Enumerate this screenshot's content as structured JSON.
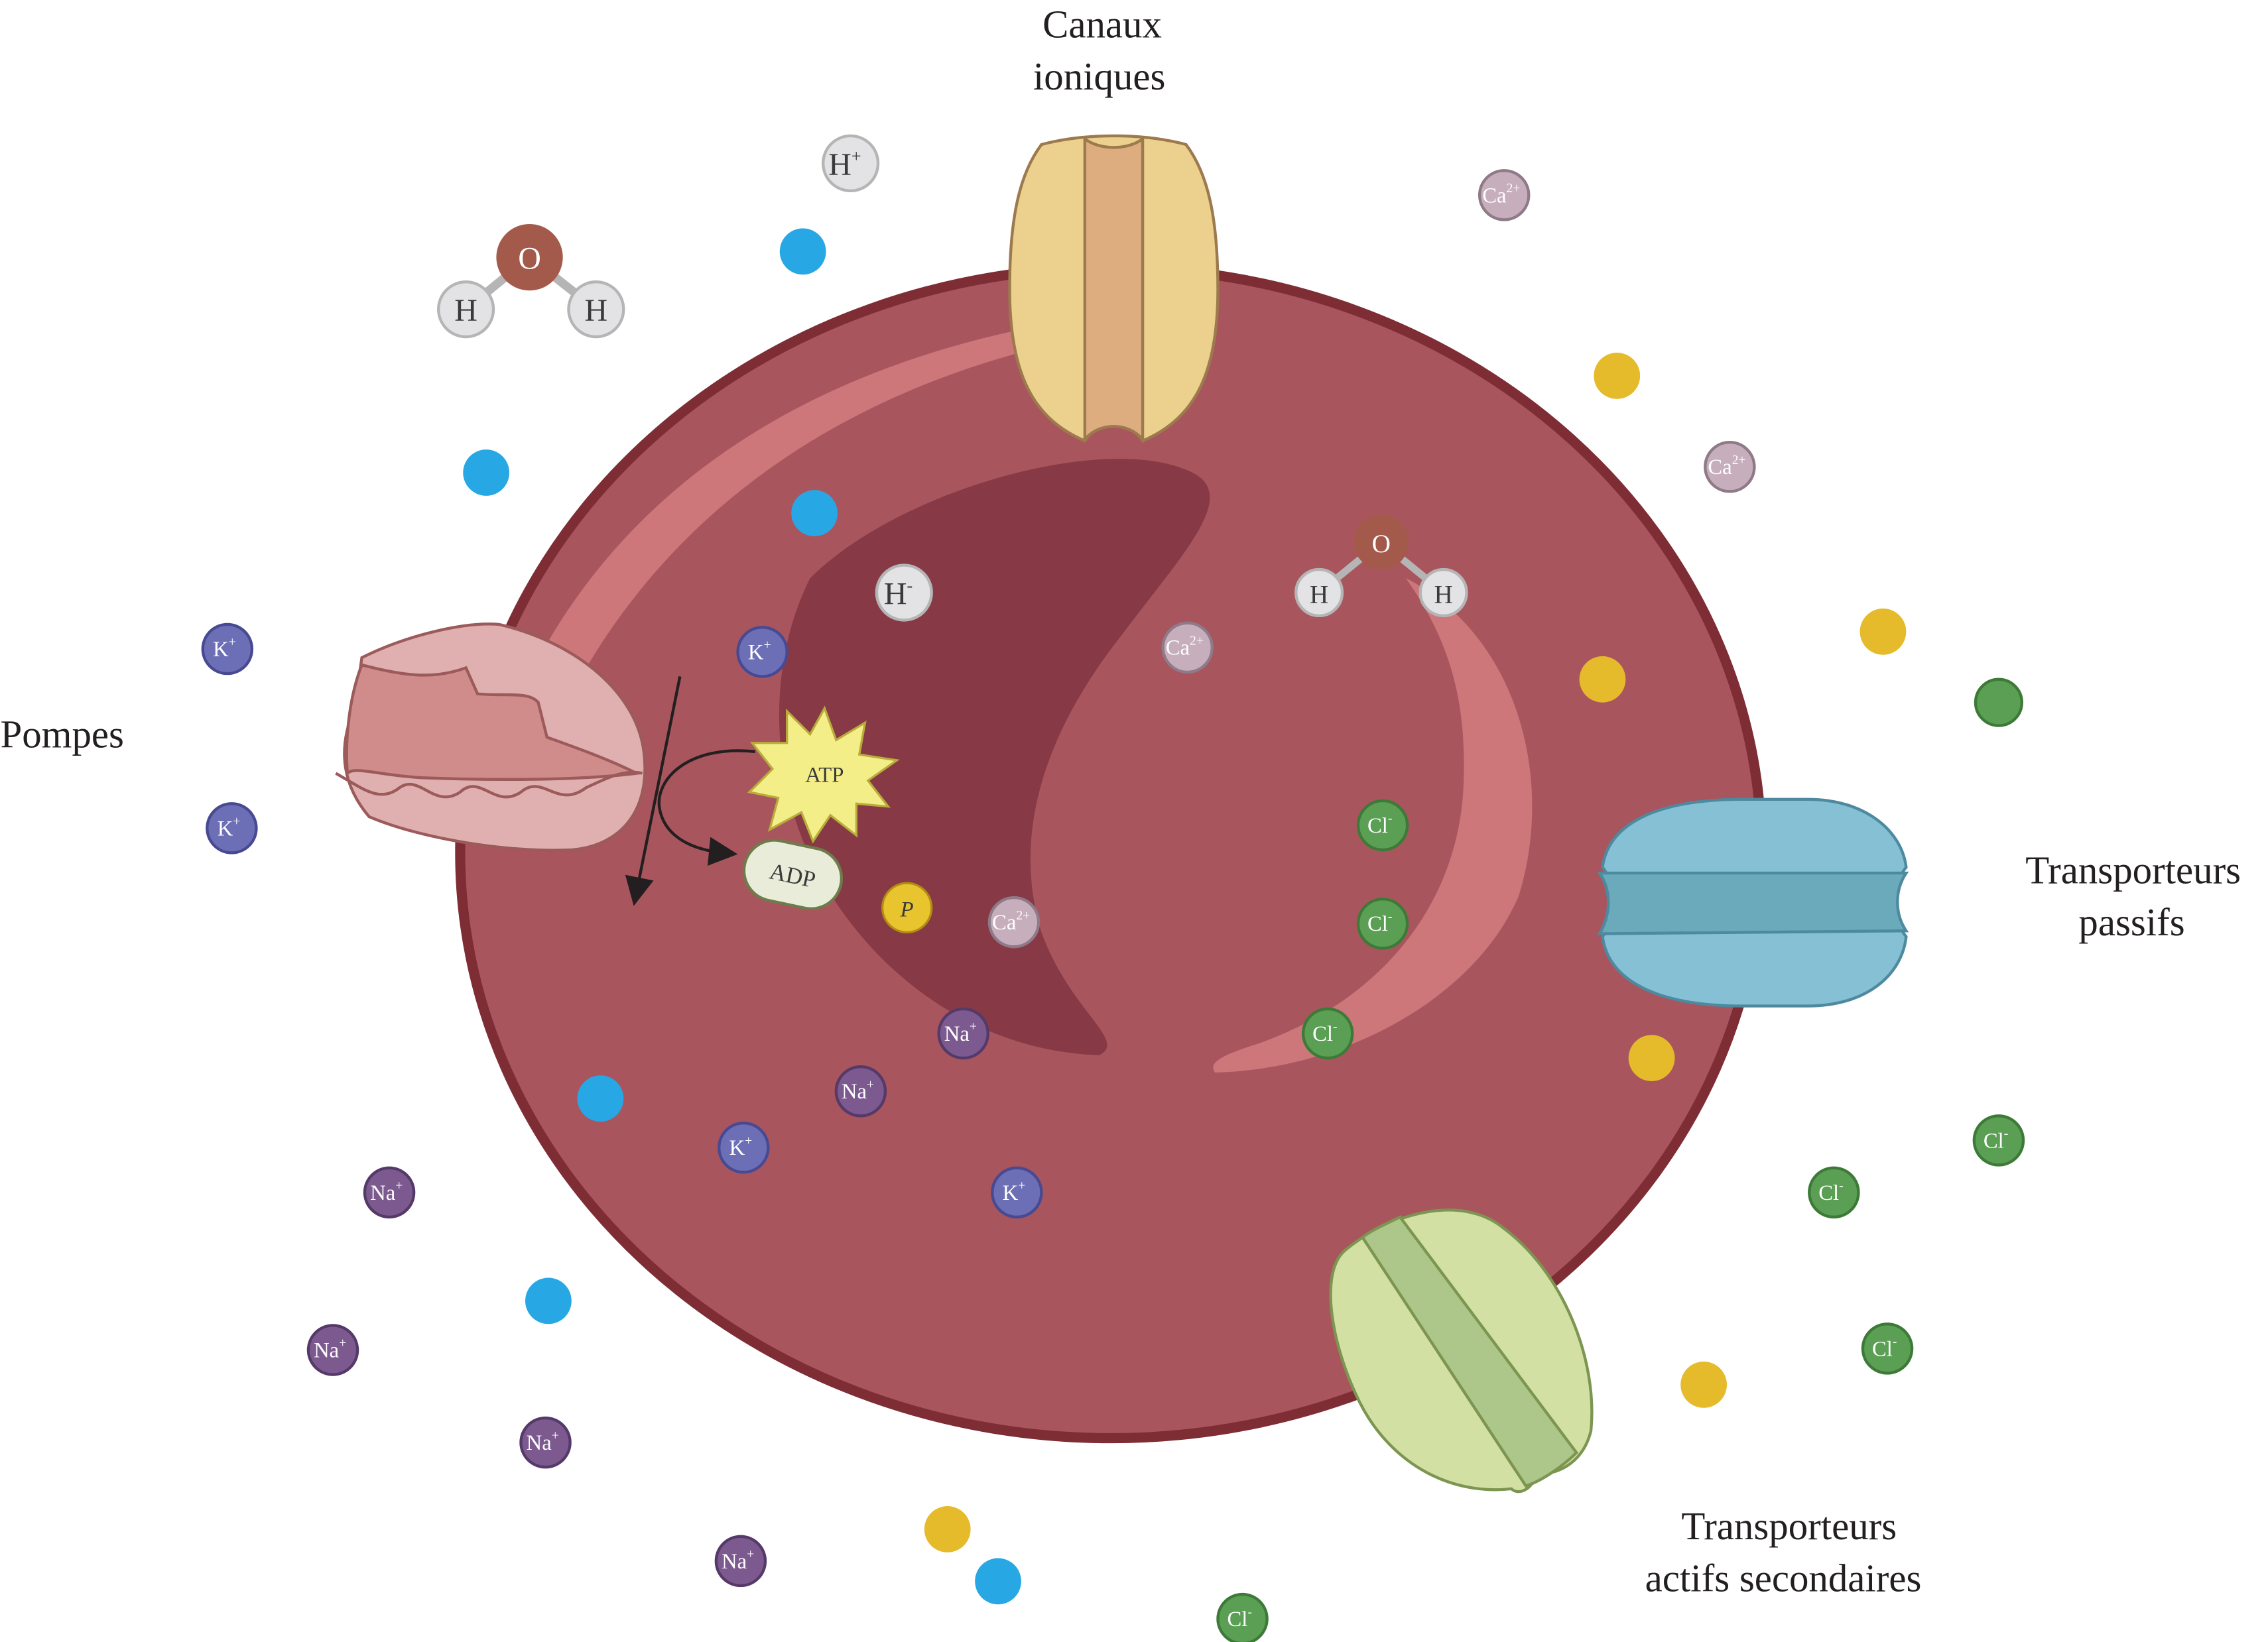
{
  "labels": {
    "ion_channels_line1": "Canaux",
    "ion_channels_line2": "ioniques",
    "pumps": "Pompes",
    "passive_line1": "Transporteurs",
    "passive_line2": "passifs",
    "secondary_line1": "Transporteurs",
    "secondary_line2": "actifs secondaires"
  },
  "molecules": {
    "atp": "ATP",
    "adp": "ADP",
    "phosphate": "P",
    "oxygen": "O",
    "hydrogen": "H"
  },
  "ions": {
    "k": {
      "base": "K",
      "charge": "+"
    },
    "na": {
      "base": "Na",
      "charge": "+"
    },
    "ca": {
      "base": "Ca",
      "charge": "2+"
    },
    "cl": {
      "base": "Cl",
      "charge": "-"
    },
    "h_plus": {
      "base": "H",
      "charge": "+"
    },
    "h_minus": {
      "base": "H",
      "charge": "-"
    }
  },
  "colors": {
    "cell_outer": "#7e2d35",
    "cell_fill": "#a9555e",
    "cell_dark": "#873a45",
    "cell_highlight": "#cd777b",
    "ion_channel": "#ecd08e",
    "ion_channel_core": "#ddad80",
    "pump": "#dfb0af",
    "pump_dark": "#cf8c8a",
    "passive_transporter": "#86c0d5",
    "passive_core": "#6aaabb",
    "secondary_transporter": "#d3e0a3",
    "secondary_core": "#adc78a",
    "k_ion": "#6d6fb6",
    "na_ion": "#7c5a8f",
    "ca_ion": "#c7aebd",
    "cl_ion": "#5a9f53",
    "water_blue": "#27a8e5",
    "yellow_dot": "#e5ba2b",
    "green_dot": "#5a9f53",
    "oxygen_atom": "#a35a4b",
    "hydrogen_atom": "#e3e3e6",
    "atp_star": "#f4ee89",
    "adp_pill": "#e8ecd9",
    "phosphate": "#e8c42e"
  }
}
